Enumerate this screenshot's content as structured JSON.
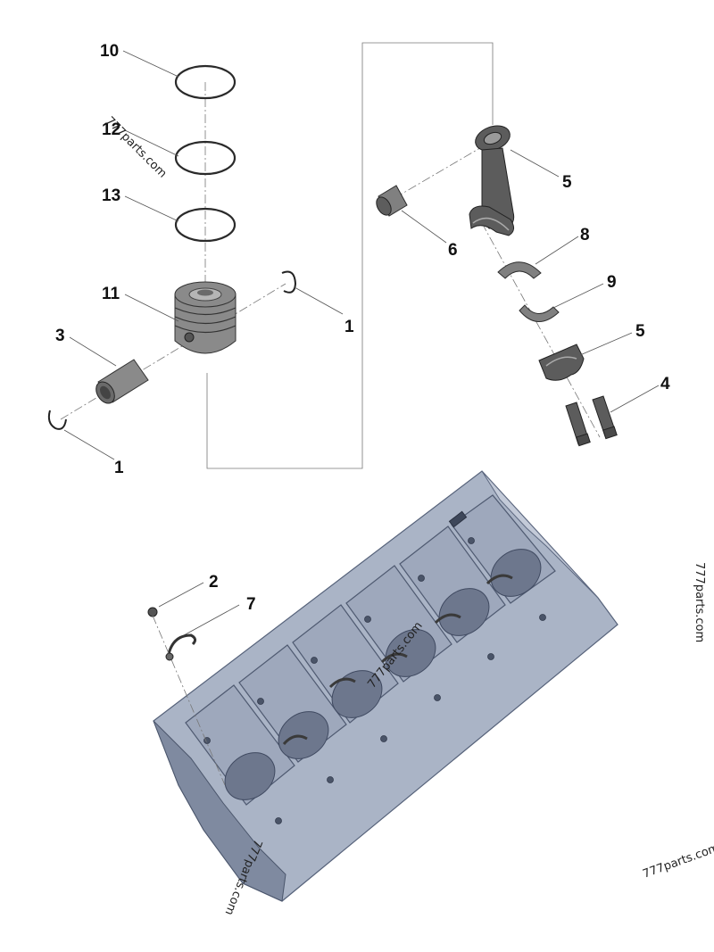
{
  "callouts": {
    "c10": "10",
    "c12": "12",
    "c13": "13",
    "c11": "11",
    "c3": "3",
    "c1_left": "1",
    "c1_right": "1",
    "c5_top": "5",
    "c6": "6",
    "c8": "8",
    "c9": "9",
    "c5_cap": "5",
    "c4": "4",
    "c2": "2",
    "c7": "7"
  },
  "watermarks": {
    "w1": "777parts.com",
    "w2": "777parts.com",
    "w3": "777parts.com",
    "w4": "777parts.com",
    "w5": "777parts.com"
  },
  "icons": {
    "piston": "piston-icon",
    "connecting_rod": "connecting-rod-icon",
    "cylinder_block": "engine-block-icon"
  }
}
